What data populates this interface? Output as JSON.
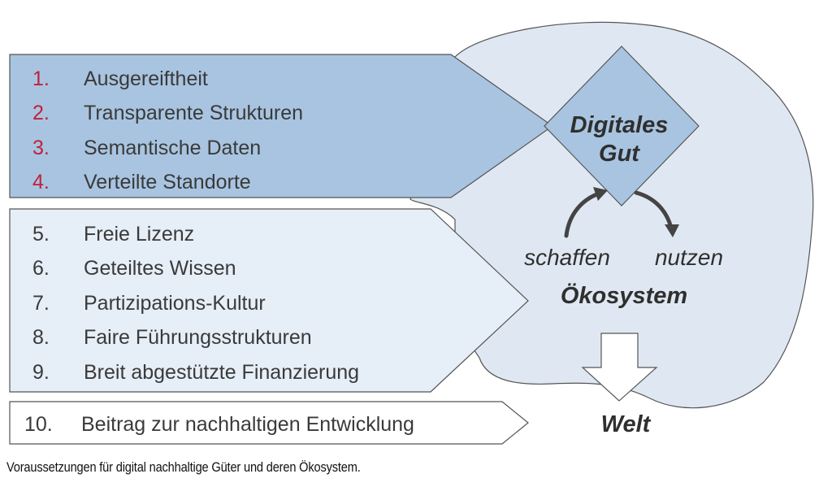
{
  "top_group": [
    {
      "num": "1.",
      "text": "Ausgereiftheit"
    },
    {
      "num": "2.",
      "text": "Transparente Strukturen"
    },
    {
      "num": "3.",
      "text": "Semantische Daten"
    },
    {
      "num": "4.",
      "text": "Verteilte Standorte"
    }
  ],
  "middle_group": [
    {
      "num": "5.",
      "text": "Freie Lizenz"
    },
    {
      "num": "6.",
      "text": "Geteiltes Wissen"
    },
    {
      "num": "7.",
      "text": "Partizipations-Kultur"
    },
    {
      "num": "8.",
      "text": "Faire Führungsstrukturen"
    },
    {
      "num": "9.",
      "text": "Breit abgestützte Finanzierung"
    }
  ],
  "bottom_item": {
    "num": "10.",
    "text": "Beitrag zur nachhaltigen Entwicklung"
  },
  "digital_good": {
    "line1": "Digitales",
    "line2": "Gut"
  },
  "schaffen": "schaffen",
  "nutzen": "nutzen",
  "ecosystem": "Ökosystem",
  "world": "Welt",
  "caption": "Voraussetzungen für digital nachhaltige Güter und deren Ökosystem.",
  "colors": {
    "top_fill": "#a8c4e0",
    "middle_fill": "#e6eef7",
    "cloud_fill": "#dfe8f2",
    "number_red": "#c0213d",
    "stroke": "#444444"
  }
}
